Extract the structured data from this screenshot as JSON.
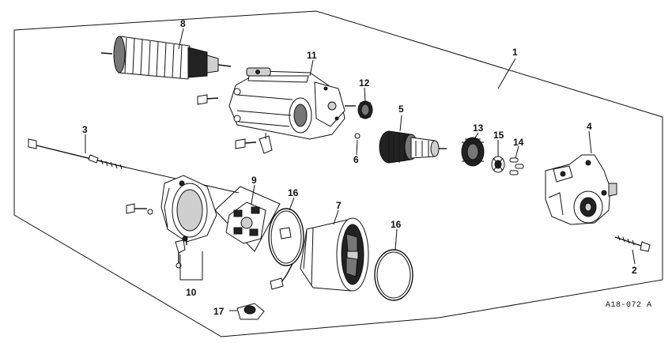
{
  "diagram": {
    "callouts": [
      {
        "id": "1",
        "label": "1"
      },
      {
        "id": "2",
        "label": "2"
      },
      {
        "id": "3",
        "label": "3"
      },
      {
        "id": "4",
        "label": "4"
      },
      {
        "id": "5",
        "label": "5"
      },
      {
        "id": "6",
        "label": "6"
      },
      {
        "id": "7",
        "label": "7"
      },
      {
        "id": "8",
        "label": "8"
      },
      {
        "id": "9",
        "label": "9"
      },
      {
        "id": "10",
        "label": "10"
      },
      {
        "id": "11",
        "label": "11"
      },
      {
        "id": "12",
        "label": "12"
      },
      {
        "id": "13",
        "label": "13"
      },
      {
        "id": "14",
        "label": "14"
      },
      {
        "id": "15",
        "label": "15"
      },
      {
        "id": "16a",
        "label": "16"
      },
      {
        "id": "16b",
        "label": "16"
      },
      {
        "id": "17",
        "label": "17"
      }
    ],
    "drawing_code": "A18-072 A"
  }
}
